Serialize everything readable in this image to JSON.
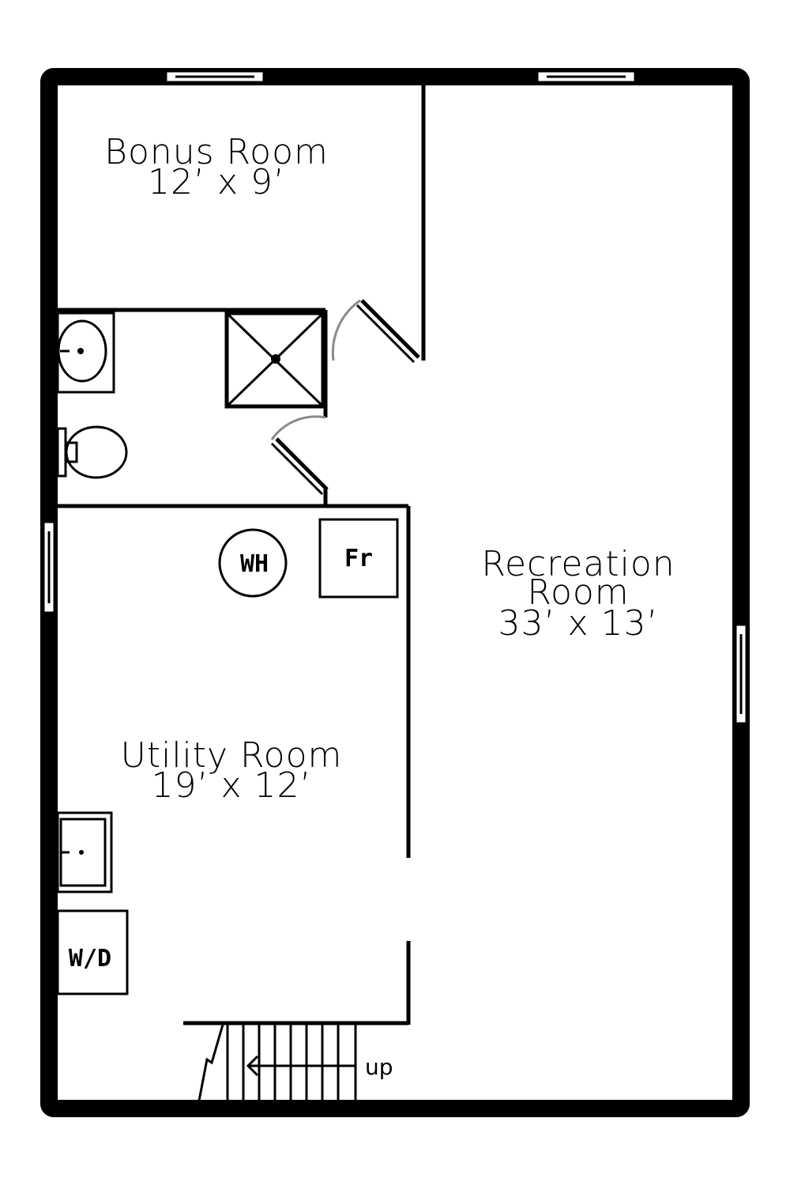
{
  "rooms": [
    {
      "id": "bonus",
      "name": "Bonus Room",
      "size": "12’ x 9’"
    },
    {
      "id": "recreation",
      "name_line1": "Recreation",
      "name_line2": "Room",
      "size": "33’ x 13’"
    },
    {
      "id": "utility",
      "name": "Utility Room",
      "size": "19’ x 12’"
    }
  ],
  "fixtures": {
    "water_heater": "WH",
    "freezer": "Fr",
    "washer_dryer": "W/D"
  },
  "stairs": {
    "direction_label": "up"
  }
}
